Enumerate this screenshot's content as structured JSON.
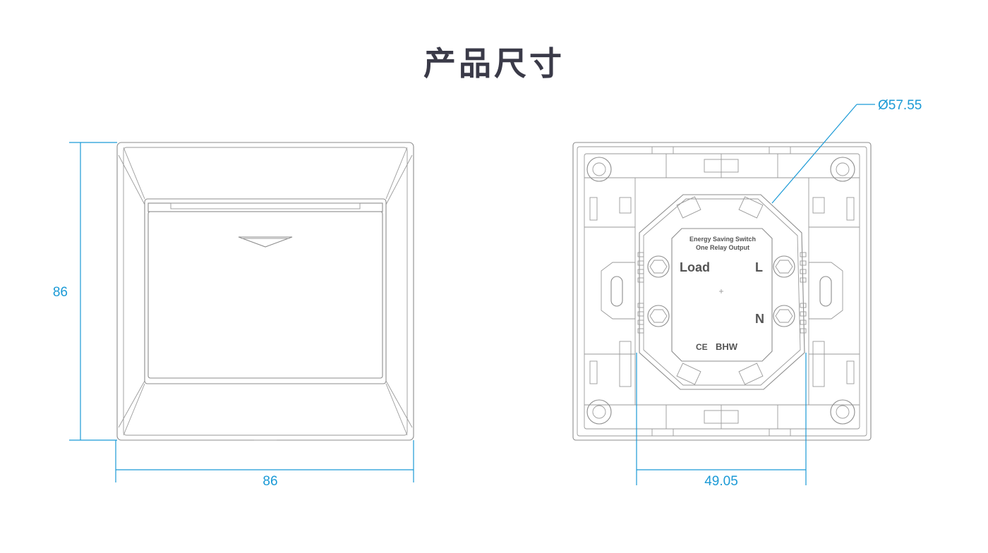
{
  "title": "产品尺寸",
  "front_view": {
    "height_label": "86",
    "width_label": "86"
  },
  "back_view": {
    "diameter_label": "Ø57.55",
    "inner_width_label": "49.05",
    "product_name_line1": "Energy Saving Switch",
    "product_name_line2": "One Relay Output",
    "terminal_load": "Load",
    "terminal_l": "L",
    "terminal_n": "N",
    "ce_mark": "CE",
    "brand": "BHW"
  },
  "colors": {
    "dimension": "#1b9ad6",
    "title": "#3a3a48",
    "outline": "#8c8c8c"
  }
}
